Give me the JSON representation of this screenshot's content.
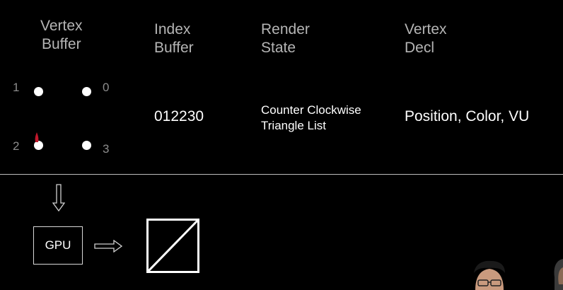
{
  "headers": {
    "vertex_buffer": [
      "Vertex",
      "Buffer"
    ],
    "index_buffer": [
      "Index",
      "Buffer"
    ],
    "render_state": [
      "Render",
      "State"
    ],
    "vertex_decl": [
      "Vertex",
      "Decl"
    ]
  },
  "vertex_labels": [
    "0",
    "1",
    "2",
    "3"
  ],
  "index_buffer_value": "012230",
  "render_state_value": [
    "Counter Clockwise",
    "Triangle List"
  ],
  "vertex_decl_value": "Position, Color, VU",
  "gpu_label": "GPU",
  "colors": {
    "background": "#000000",
    "header_text": "#b5b5b5",
    "value_text": "#ffffff",
    "cursor": "#c0172b"
  },
  "icons": [
    "down-arrow-icon",
    "right-arrow-icon",
    "cursor-icon",
    "rendered-triangles-icon"
  ]
}
